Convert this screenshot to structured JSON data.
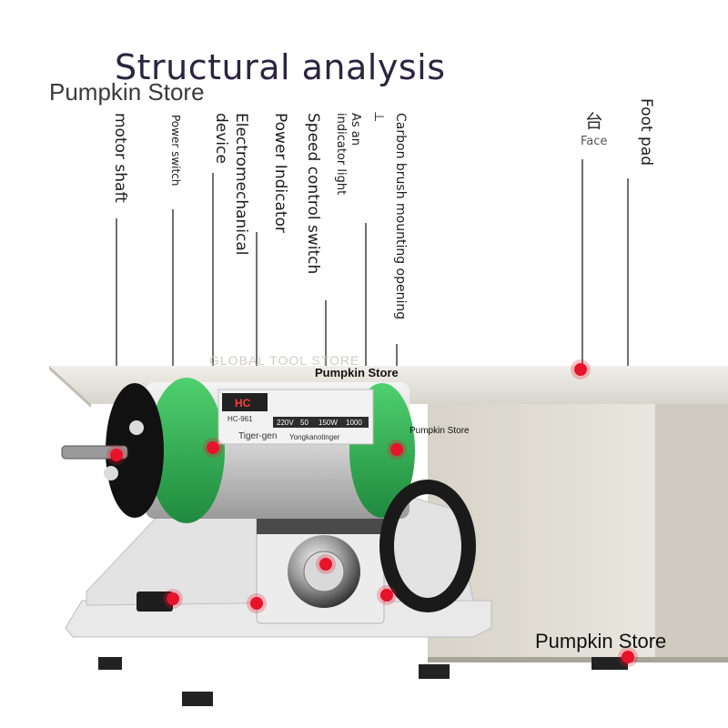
{
  "title": "Structural analysis",
  "watermark": "Pumpkin Store",
  "labels": {
    "motor_shaft": "motor shaft",
    "power_switch": "Power switch",
    "electromechanical_device": "Electromechanical device",
    "power_indicator": "Power Indicator",
    "speed_control_switch": "Speed control switch",
    "indicator_light_line1": "As an",
    "indicator_light_line2": "indicator light",
    "carbon_brush": "Carbon brush mounting opening",
    "carbon_brush_glyph": "⊥",
    "face_glyph": "台",
    "face": "Face",
    "foot_pad": "Foot pad"
  },
  "product_text": {
    "brand_badge": "HC",
    "model": "HC-961",
    "spec_1": "220V",
    "spec_2": "50",
    "spec_3": "150W",
    "spec_4": "1000",
    "brand_name": "Tiger-gen",
    "brand_name_2": "Yongkanotinger",
    "faded_banner": "GLOBAL TOOL STORE"
  },
  "colors": {
    "marker": "#e8132b",
    "motor_green": "#2fa84f",
    "body_grey": "#dcd9d2",
    "table_beige": "#e6e3db"
  }
}
